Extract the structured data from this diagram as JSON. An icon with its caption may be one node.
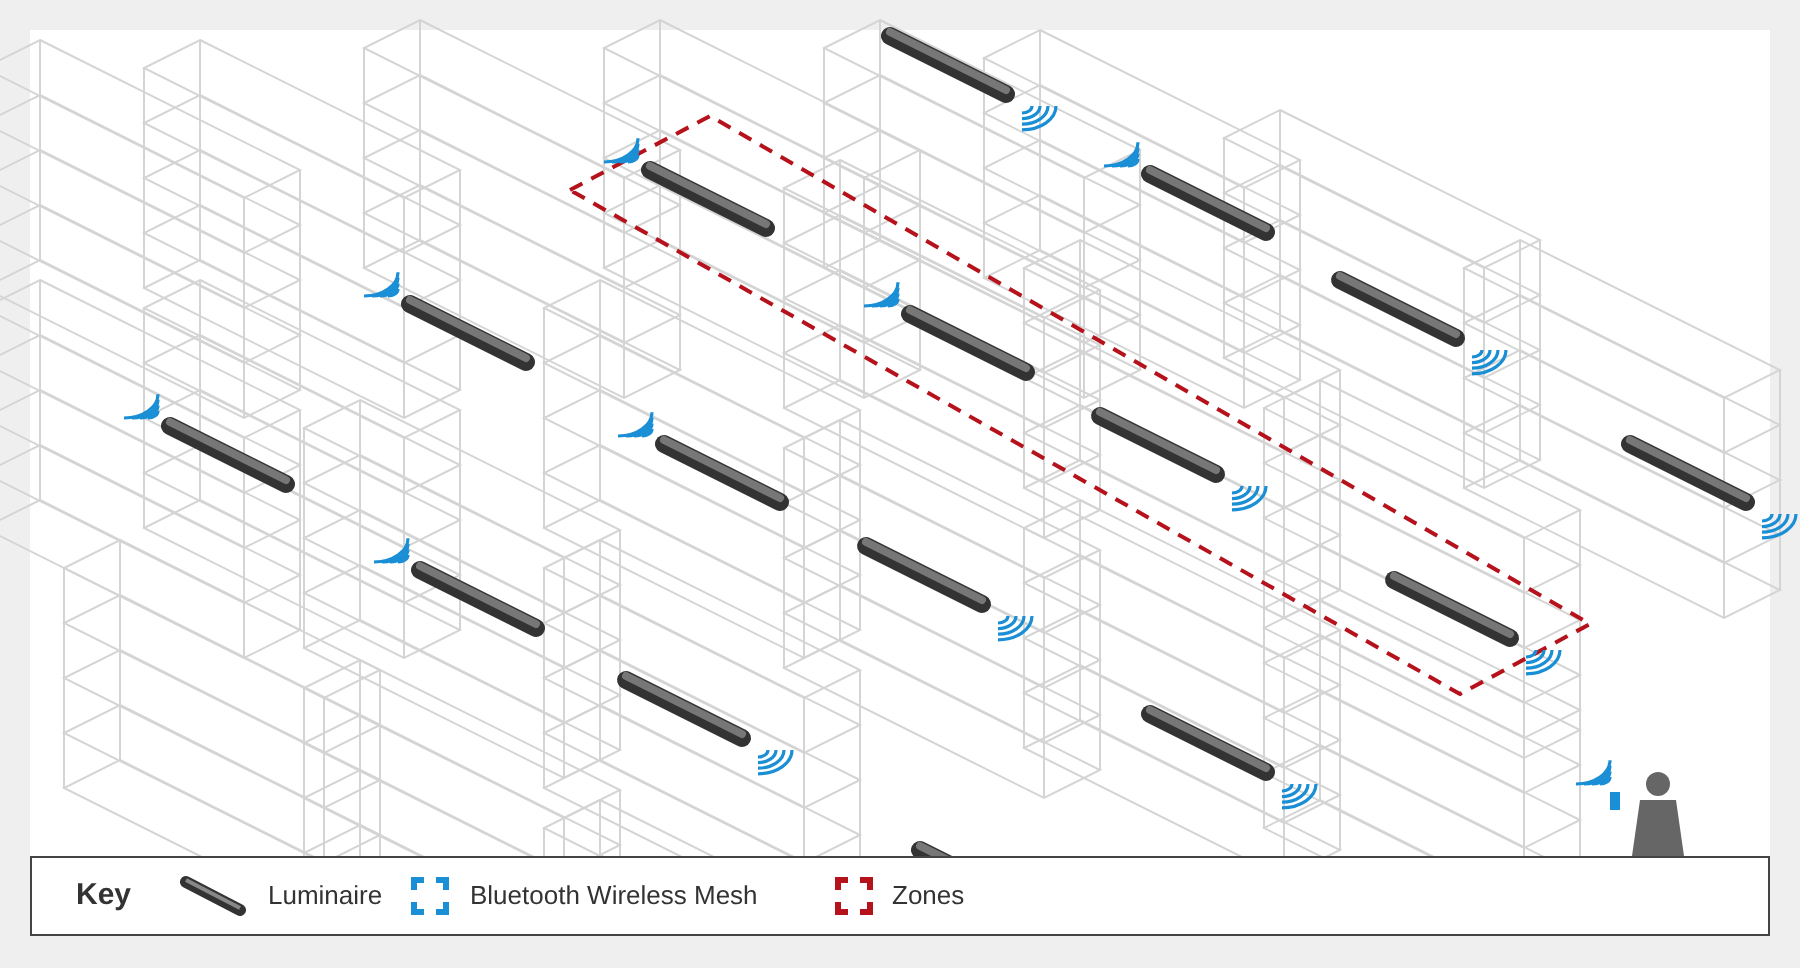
{
  "diagram": {
    "labels": [
      "Key"
    ],
    "legend": [
      {
        "text": "Luminaire"
      },
      {
        "text": "Bluetooth Wireless Mesh"
      },
      {
        "text": "Zones"
      }
    ]
  }
}
